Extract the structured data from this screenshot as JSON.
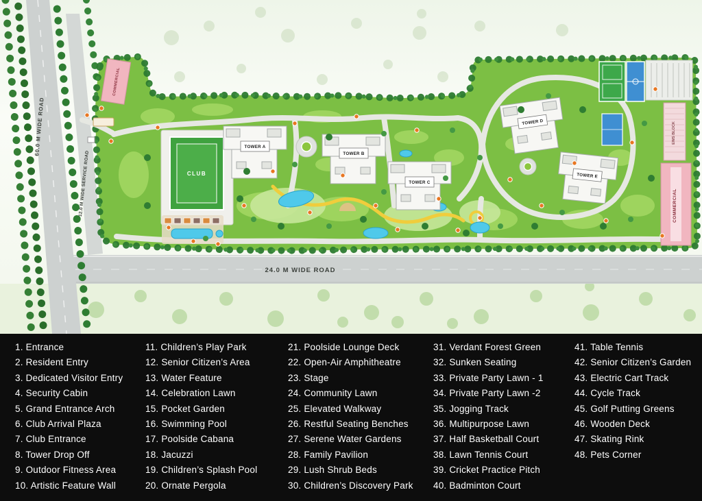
{
  "plan": {
    "road_labels": {
      "main_road": "60.0 M WIDE ROAD",
      "service_road": "12.0 M WIDE SERVICE ROAD",
      "bottom_road": "24.0 M WIDE ROAD"
    },
    "building_labels": {
      "club": "CLUB",
      "tower_a": "TOWER A",
      "tower_b": "TOWER B",
      "tower_c": "TOWER C",
      "tower_d": "TOWER D",
      "tower_e": "TOWER E",
      "commercial_top": "COMMERCIAL",
      "commercial_right": "COMMERCIAL",
      "ews_block": "EWS BLOCK"
    },
    "colors": {
      "site_green": "#7cbf44",
      "lawn_light": "#9ed45e",
      "tree_dark": "#2c7a30",
      "road_gray": "#cdd1d0",
      "path_light": "#e6e8e2",
      "pool_blue": "#4fc9ea",
      "walkway_yellow": "#f0cd3c",
      "commercial_pink": "#f1b6c0",
      "marker_orange": "#e87722",
      "court_blue": "#3f8fd2",
      "court_green": "#3da84a",
      "legend_background": "#0d0d0d",
      "legend_text": "#ffffff"
    }
  },
  "legend": {
    "columns": [
      {
        "items": [
          "1. Entrance",
          "2. Resident Entry",
          "3. Dedicated Visitor Entry",
          "4. Security Cabin",
          "5. Grand Entrance Arch",
          "6. Club Arrival Plaza",
          "7. Club Entrance",
          "8. Tower Drop Off",
          "9. Outdoor Fitness Area",
          "10. Artistic Feature Wall"
        ]
      },
      {
        "items": [
          "11. Children’s Play Park",
          "12. Senior Citizen’s Area",
          "13. Water Feature",
          "14. Celebration Lawn",
          "15. Pocket Garden",
          "16. Swimming Pool",
          "17. Poolside Cabana",
          "18. Jacuzzi",
          "19. Children’s Splash Pool",
          "20. Ornate Pergola"
        ]
      },
      {
        "items": [
          "21. Poolside Lounge Deck",
          "22. Open-Air Amphitheatre",
          "23. Stage",
          "24. Community Lawn",
          "25. Elevated Walkway",
          "26. Restful Seating Benches",
          "27. Serene Water Gardens",
          "28. Family Pavilion",
          "29. Lush Shrub Beds",
          "30. Children’s Discovery Park"
        ]
      },
      {
        "items": [
          "31. Verdant Forest Green",
          "32. Sunken Seating",
          "33. Private Party Lawn - 1",
          "34. Private Party Lawn -2",
          "35. Jogging Track",
          "36. Multipurpose Lawn",
          "37. Half Basketball Court",
          "38. Lawn Tennis Court",
          "39. Cricket Practice Pitch",
          "40. Badminton Court"
        ]
      },
      {
        "items": [
          "41. Table Tennis",
          "42. Senior Citizen’s Garden",
          "43. Electric Cart Track",
          "44. Cycle Track",
          "45. Golf Putting Greens",
          "46. Wooden Deck",
          "47. Skating Rink",
          "48. Pets Corner"
        ]
      }
    ]
  }
}
